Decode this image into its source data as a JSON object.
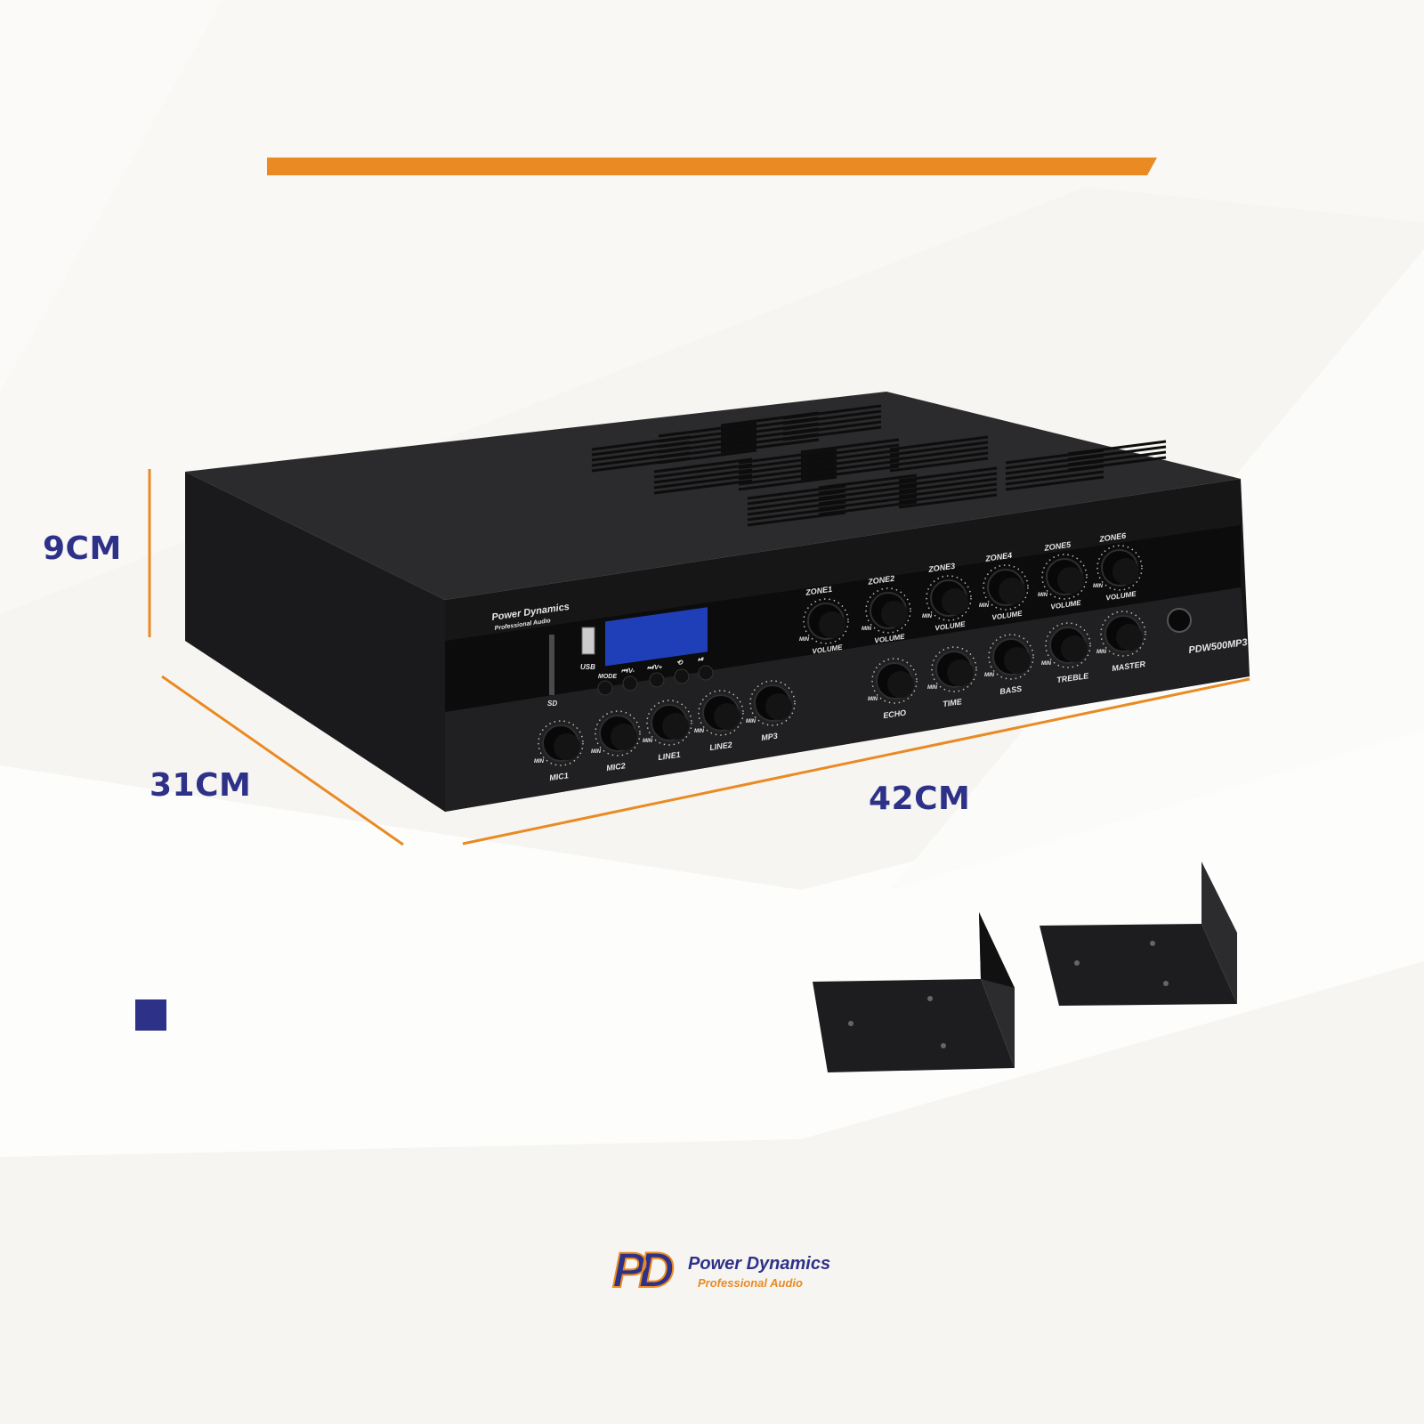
{
  "colors": {
    "accent": "#e98a23",
    "brand": "#2e3188",
    "background": "#f6f5f2",
    "device": "#1c1c1e"
  },
  "dimensions": {
    "height": "9CM",
    "depth": "31CM",
    "width": "42CM"
  },
  "device": {
    "brand": "Power Dynamics",
    "brand_sub": "Professional Audio",
    "model": "PDW500MP3",
    "zone_labels": [
      "ZONE1",
      "ZONE2",
      "ZONE3",
      "ZONE4",
      "ZONE5",
      "ZONE6"
    ],
    "zone_sub": "VOLUME",
    "tone_labels": [
      "ECHO",
      "TIME",
      "BASS",
      "TREBLE",
      "MASTER"
    ],
    "input_labels": [
      "MIC1",
      "MIC2",
      "LINE1",
      "LINE2",
      "MP3"
    ],
    "min_label": "MIN",
    "player": {
      "sd": "SD",
      "usb": "USB",
      "mode": "MODE",
      "prev": "⏮/V-",
      "next": "⏭/V+",
      "repeat": "⟲",
      "play": "⏯"
    }
  },
  "logo": {
    "mark": "PD",
    "name": "Power Dynamics",
    "tagline": "Professional Audio"
  }
}
